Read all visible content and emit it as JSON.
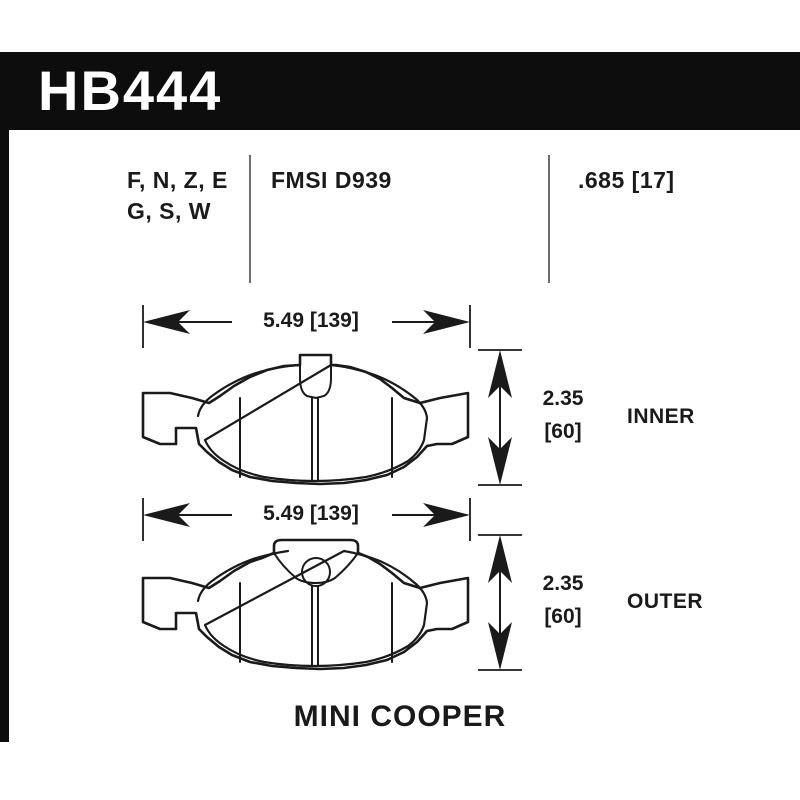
{
  "header": {
    "part_number": "HB444"
  },
  "spec_row": {
    "compounds_line1": "F, N, Z, E",
    "compounds_line2": "G, S, W",
    "fmsi": "FMSI D939",
    "thickness": ".685 [17]"
  },
  "diagram": {
    "inner": {
      "width_dim": "5.49 [139]",
      "height_dim_line1": "2.35",
      "height_dim_line2": "[60]",
      "side_label": "INNER"
    },
    "outer": {
      "width_dim": "5.49 [139]",
      "height_dim_line1": "2.35",
      "height_dim_line2": "[60]",
      "side_label": "OUTER"
    }
  },
  "caption": {
    "model": "MINI COOPER"
  },
  "colors": {
    "banner": "#0d0d0d",
    "ink": "#1a1a1a",
    "paper": "#ffffff",
    "divider": "#6e6e6e"
  }
}
